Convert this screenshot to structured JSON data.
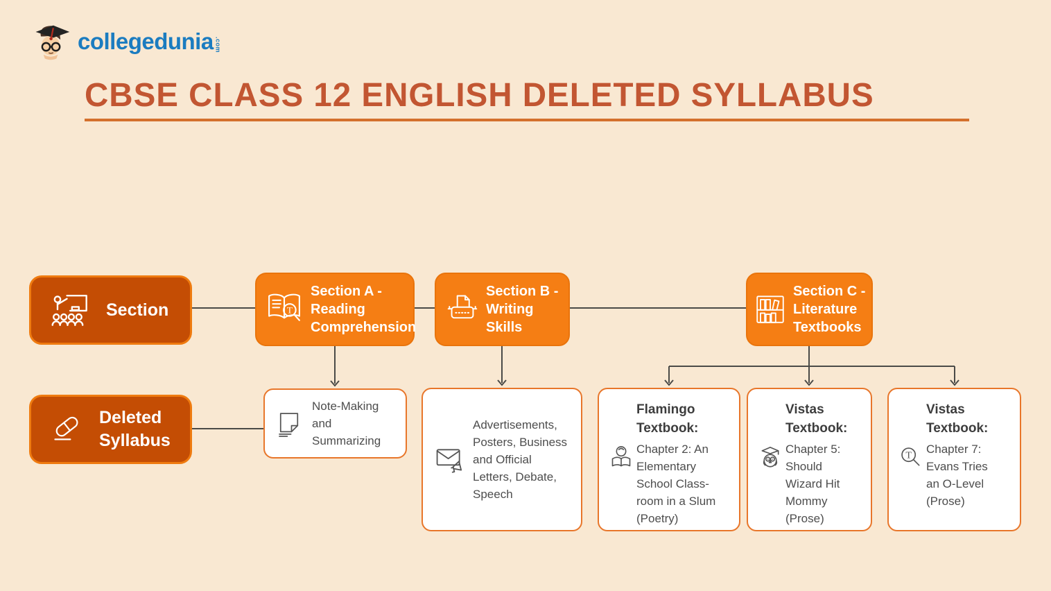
{
  "colors": {
    "background": "#f9e8d2",
    "dark_orange": "#c44d04",
    "dark_orange_border": "#ef7b10",
    "bright_orange": "#f57e14",
    "card_border": "#e8762a",
    "title_text": "#c25632",
    "title_underline": "#d4702c",
    "connector": "#4a4a47",
    "brand_blue": "#1b7cc0",
    "body_text": "#4d4d4d"
  },
  "logo": {
    "brand": "collegedunia",
    "tld": ".com",
    "mascot_icon": "graduate-student-mascot-icon"
  },
  "title": "CBSE CLASS 12 ENGLISH DELETED SYLLABUS",
  "flowchart": {
    "row_headers": [
      {
        "label": "Section",
        "icon": "classroom-teacher-icon"
      },
      {
        "label": "Deleted Syllabus",
        "icon": "eraser-icon"
      }
    ],
    "sections": [
      {
        "label": "Section A - Reading Comprehension",
        "icon": "reading-comprehension-book-icon"
      },
      {
        "label": "Section B - Writing Skills",
        "icon": "typewriter-icon"
      },
      {
        "label": "Section C - Literature Textbooks",
        "icon": "bookshelf-icon"
      }
    ],
    "deleted_items": [
      {
        "title": "",
        "text": "Note-Making and Summarizing",
        "icon": "note-page-icon"
      },
      {
        "title": "",
        "text": "Advertisements, Posters, Business and Official Letters, Debate, Speech",
        "icon": "mail-announcement-icon"
      },
      {
        "title": "Flamingo Textbook:",
        "text": "Chapter 2: An Elementary School Class-room in a Slum (Poetry)",
        "icon": "open-book-mind-icon"
      },
      {
        "title": "Vistas Textbook:",
        "text": "Chapter 5: Should Wizard Hit Mommy (Prose)",
        "icon": "graduate-owl-icon"
      },
      {
        "title": "Vistas Textbook:",
        "text": "Chapter 7: Evans Tries an O-Level (Prose)",
        "icon": "magnifier-letter-icon"
      }
    ]
  }
}
